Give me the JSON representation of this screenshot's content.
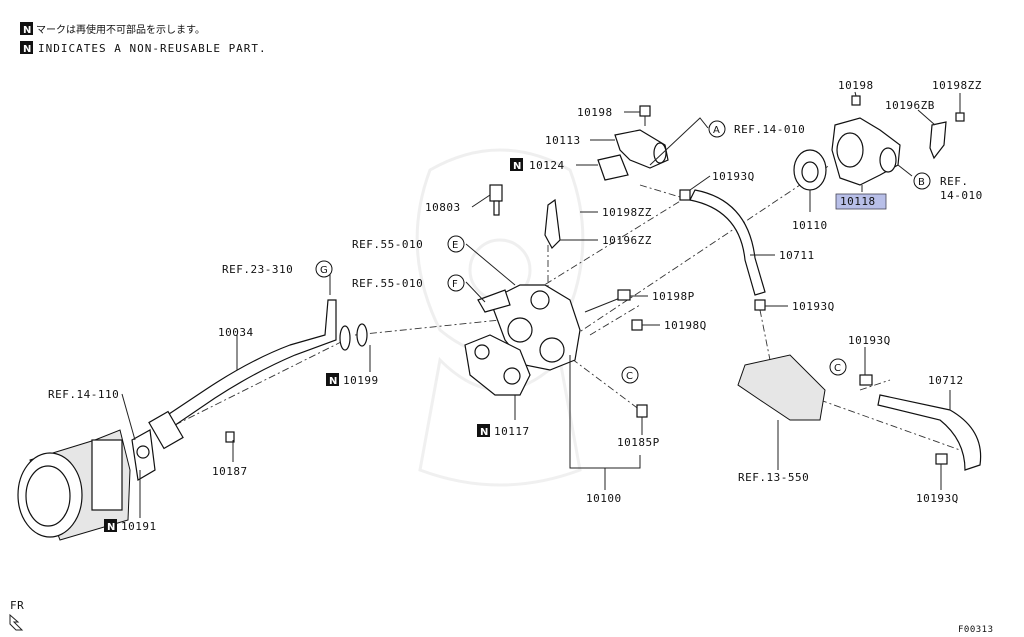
{
  "legend": {
    "badge": "N",
    "line_jp": "マークは再使用不可部品を示します。",
    "line_en": "INDICATES A NON-REUSABLE PART."
  },
  "labels": {
    "p10198_top": "10198",
    "p10113": "10113",
    "p10124": "10124",
    "p10803": "10803",
    "ref55_e": "REF.55-010",
    "ref55_f": "REF.55-010",
    "ref23": "REF.23-310",
    "p10034": "10034",
    "p10199": "10199",
    "ref14_110": "REF.14-110",
    "p10187": "10187",
    "p10191": "10191",
    "p10117": "10117",
    "p10185p": "10185P",
    "p10100": "10100",
    "p10198zz_mid": "10198ZZ",
    "p10196zz": "10196ZZ",
    "p10198p": "10198P",
    "p10198q": "10198Q",
    "ref14_a": "REF.14-010",
    "p10193q_1": "10193Q",
    "p10110": "10110",
    "p10711": "10711",
    "p10193q_2": "10193Q",
    "p10198_right": "10198",
    "p10198zz_right": "10198ZZ",
    "p10196zb": "10196ZB",
    "p10118": "10118",
    "ref14_b_1": "REF.",
    "ref14_b_2": "14-010",
    "p10193q_3": "10193Q",
    "p10712": "10712",
    "ref13_550": "REF.13-550",
    "p10193q_4": "10193Q",
    "fr": "FR",
    "code": "F00313"
  },
  "callouts": {
    "a": "A",
    "b": "B",
    "c1": "C",
    "c2": "C",
    "e": "E",
    "f": "F",
    "g": "G"
  },
  "highlight_color": "#b8bfe8"
}
